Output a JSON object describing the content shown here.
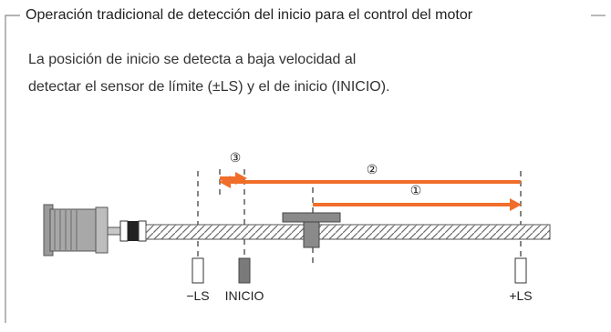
{
  "title": "Operación tradicional de detección del inicio para el control del motor",
  "description": {
    "line1": "La posición de inicio se detecta a baja velocidad al",
    "line2": "detectar el sensor de límite (±LS) y el de inicio (INICIO)."
  },
  "arrows": {
    "step1": "①",
    "step2": "②",
    "step3": "③"
  },
  "sensors": {
    "minus_ls": "−LS",
    "home": "INICIO",
    "plus_ls": "+LS"
  },
  "colors": {
    "accent": "#f06e2a",
    "frame": "#9a9a9a",
    "sensor_home": "#7a7a7a"
  }
}
